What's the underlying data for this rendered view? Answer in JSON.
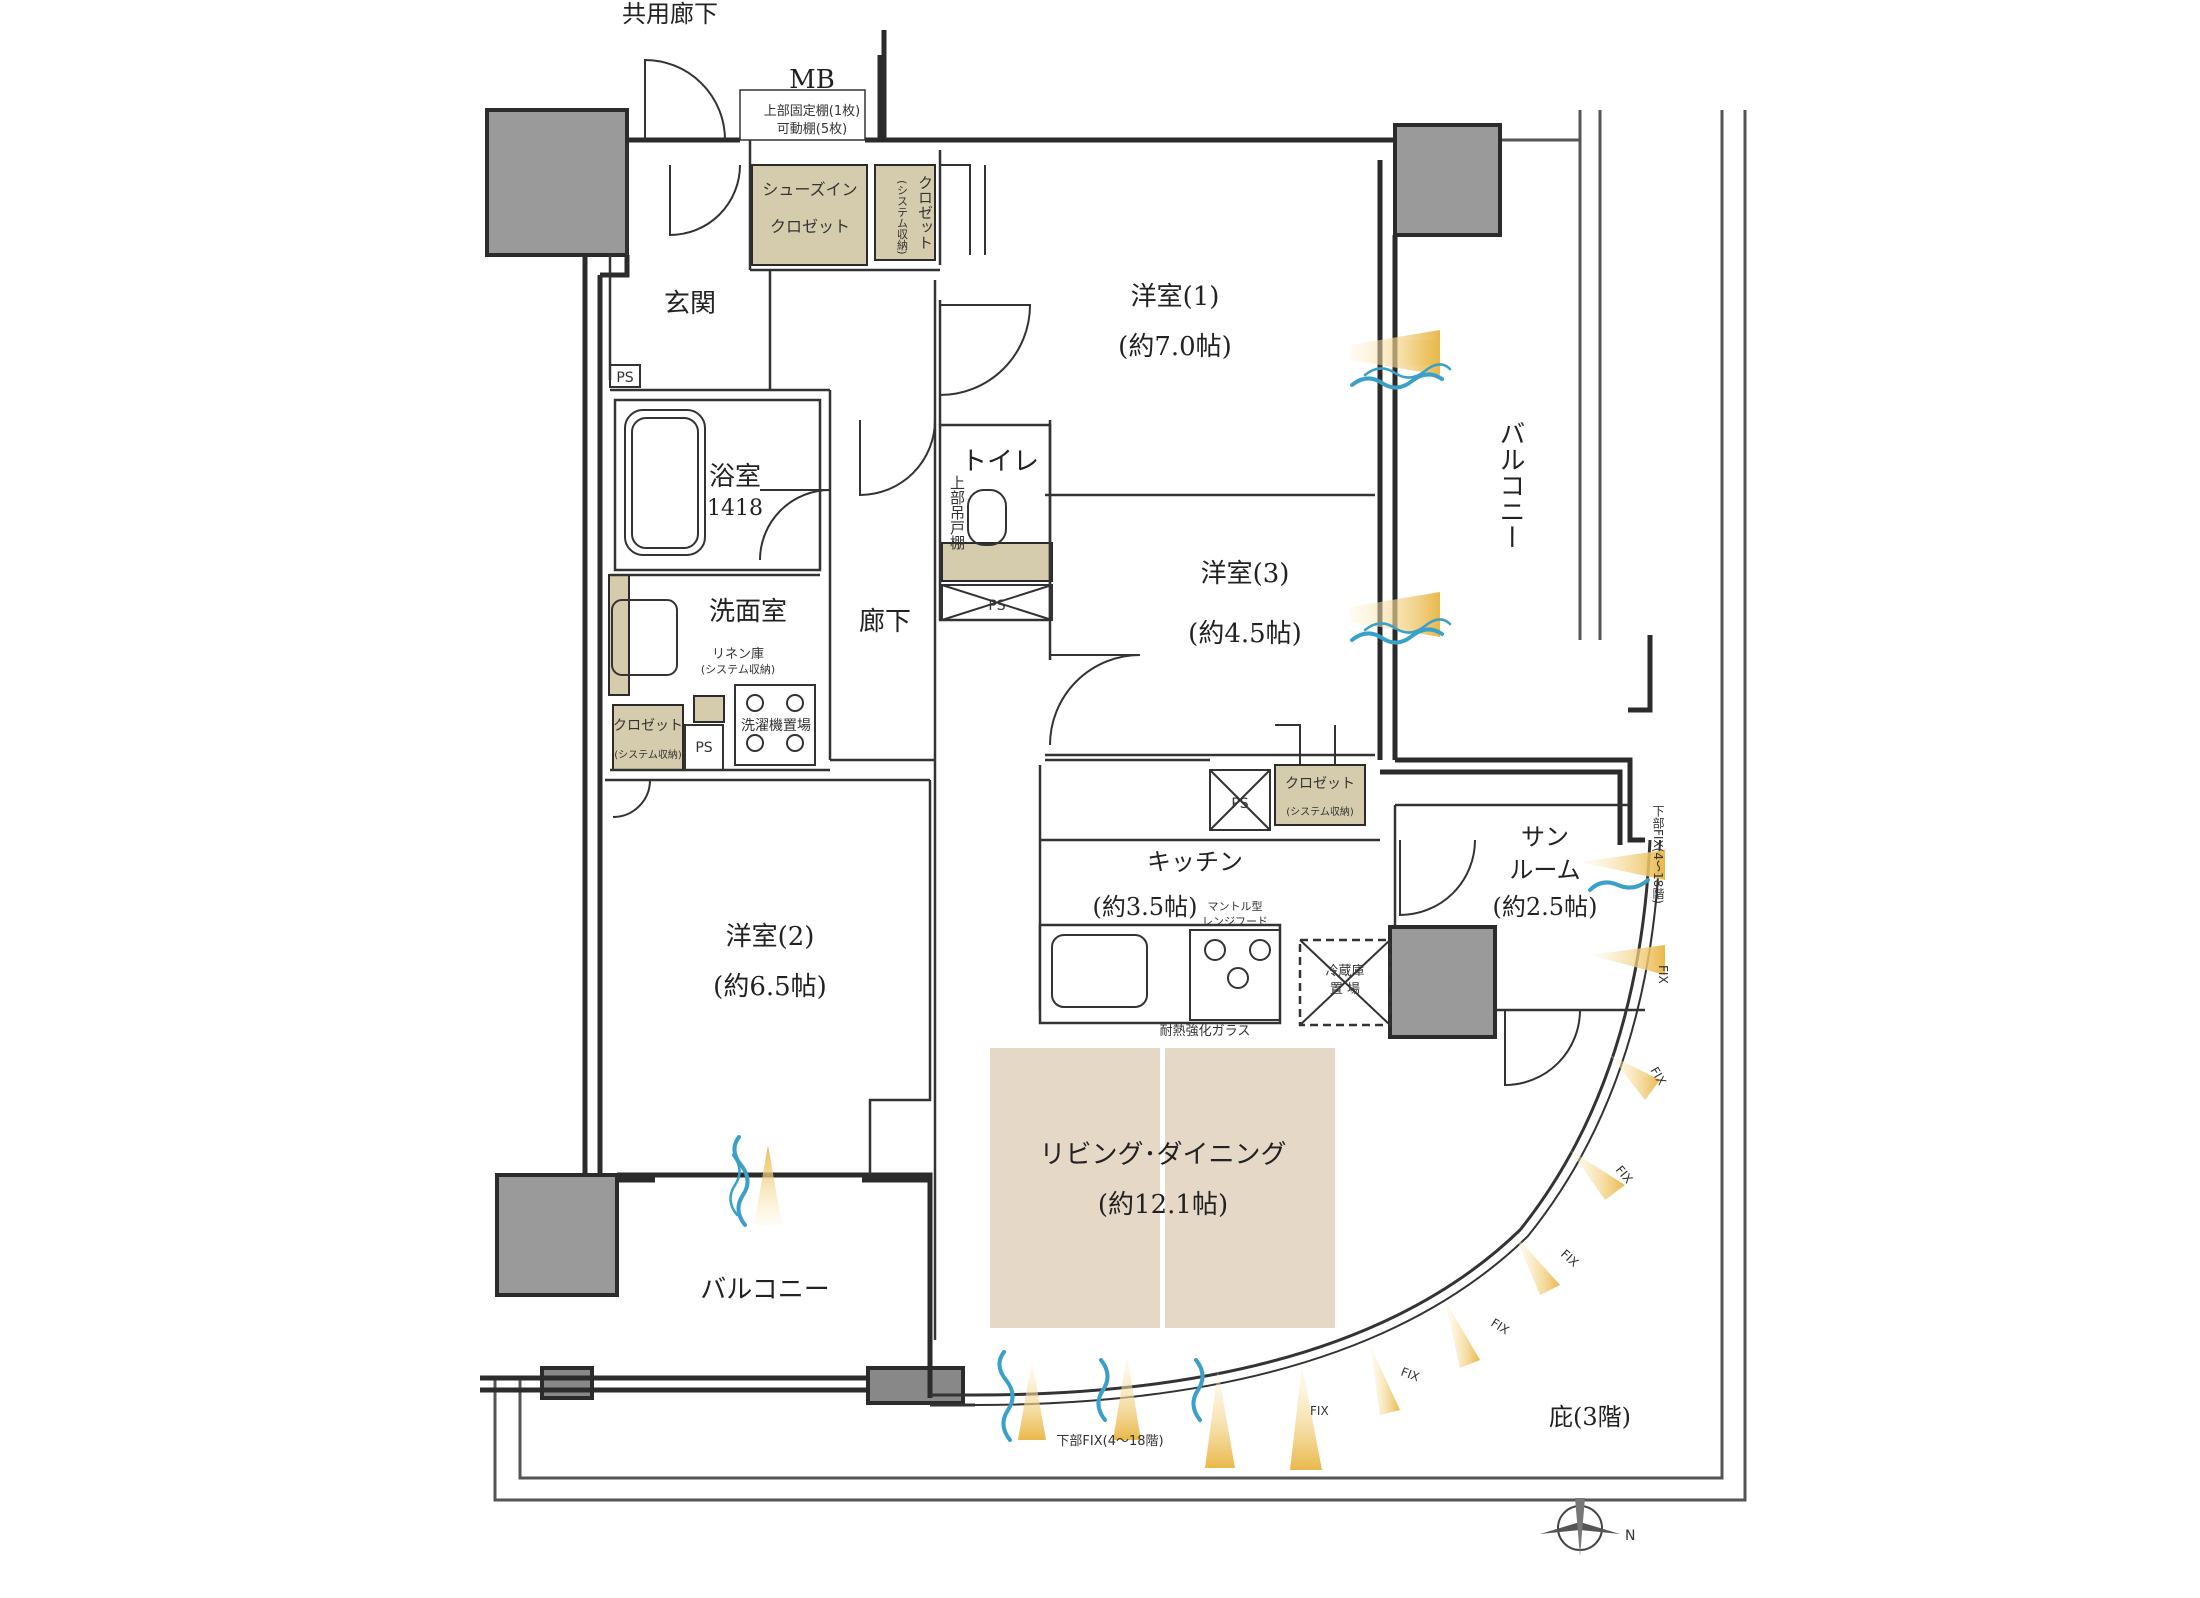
{
  "labels": {
    "corridor_top": "共用廊下",
    "mb": "MB",
    "mb_note_1": "上部固定棚(1枚)",
    "mb_note_2": "可動棚(5枚)",
    "shoe_closet_1": "シューズイン",
    "shoe_closet_2": "クロゼット",
    "closet_vertical": "クロゼット",
    "closet_vertical_sub": "(システム収納)",
    "entrance": "玄関",
    "ps": "PS",
    "western1_name": "洋室(1)",
    "western1_size": "(約7.0帖)",
    "balcony_east": "バルコニー",
    "bath_name": "浴室",
    "bath_size": "1418",
    "toilet": "トイレ",
    "toilet_shelf": "上部吊戸棚",
    "western3_name": "洋室(3)",
    "western3_size": "(約4.5帖)",
    "washroom": "洗面室",
    "hallway": "廊下",
    "linen_1": "リネン庫",
    "linen_2": "(システム収納)",
    "washer": "洗濯機置場",
    "closet": "クロゼット",
    "closet_sub": "(システム収納)",
    "kitchen_name": "キッチン",
    "kitchen_size": "(約3.5帖)",
    "range_hood_1": "マントル型",
    "range_hood_2": "レンジフード",
    "fridge_1": "冷蔵庫",
    "fridge_2": "置 場",
    "glass": "耐熱強化ガラス",
    "sunroom_1": "サン",
    "sunroom_2": "ルーム",
    "sunroom_size": "(約2.5帖)",
    "western2_name": "洋室(2)",
    "western2_size": "(約6.5帖)",
    "living_name": "リビング･ダイニング",
    "living_size": "(約12.1帖)",
    "balcony_south": "バルコニー",
    "eaves": "庇(3階)",
    "lower_fix_bottom": "下部FIX(4〜18階)",
    "lower_fix_side": "下部FIX(4〜18階)",
    "fix": "FIX",
    "compass_n": "N"
  },
  "colors": {
    "wall": "#2b2b2b",
    "column": "#9a9a9a",
    "storage": "#d5ccae",
    "living_floor": "#e6d8c7",
    "light_arrow": "#e9b84a",
    "wind_arrow": "#3aa0c8"
  },
  "icons": [
    "wind-icon",
    "light-icon",
    "compass-icon",
    "door-swing-icon"
  ]
}
